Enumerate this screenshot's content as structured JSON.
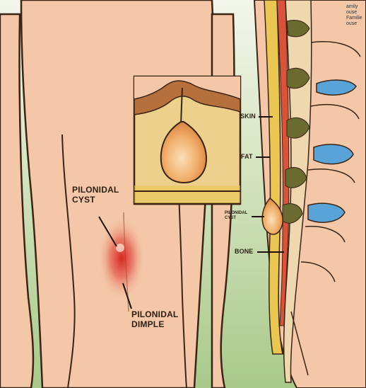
{
  "labels": {
    "pilonidal_cyst": {
      "line1": "PILONIDAL",
      "line2": "CYST"
    },
    "pilonidal_dimple": {
      "line1": "PILONIDAL",
      "line2": "DIMPLE"
    },
    "skin": "SKIN",
    "fat": "FAT",
    "pilonidal_cyst_side": {
      "line1": "PILONIDAL",
      "line2": "CYST"
    },
    "bone": "BONE"
  },
  "watermark": {
    "line1": "amily",
    "line2": "ouse",
    "line3": "Familie",
    "line4": "ouse"
  },
  "colors": {
    "background": "#c9ddb4",
    "skin": "#f4c7a8",
    "outline": "#3b2414",
    "fat": "#e9c752",
    "cyst": "#e89a55",
    "dermis": "#b5703c",
    "disc": "#5aa3d8",
    "inflammation": "#d6302a",
    "bone_dark": "#6b6a30"
  }
}
